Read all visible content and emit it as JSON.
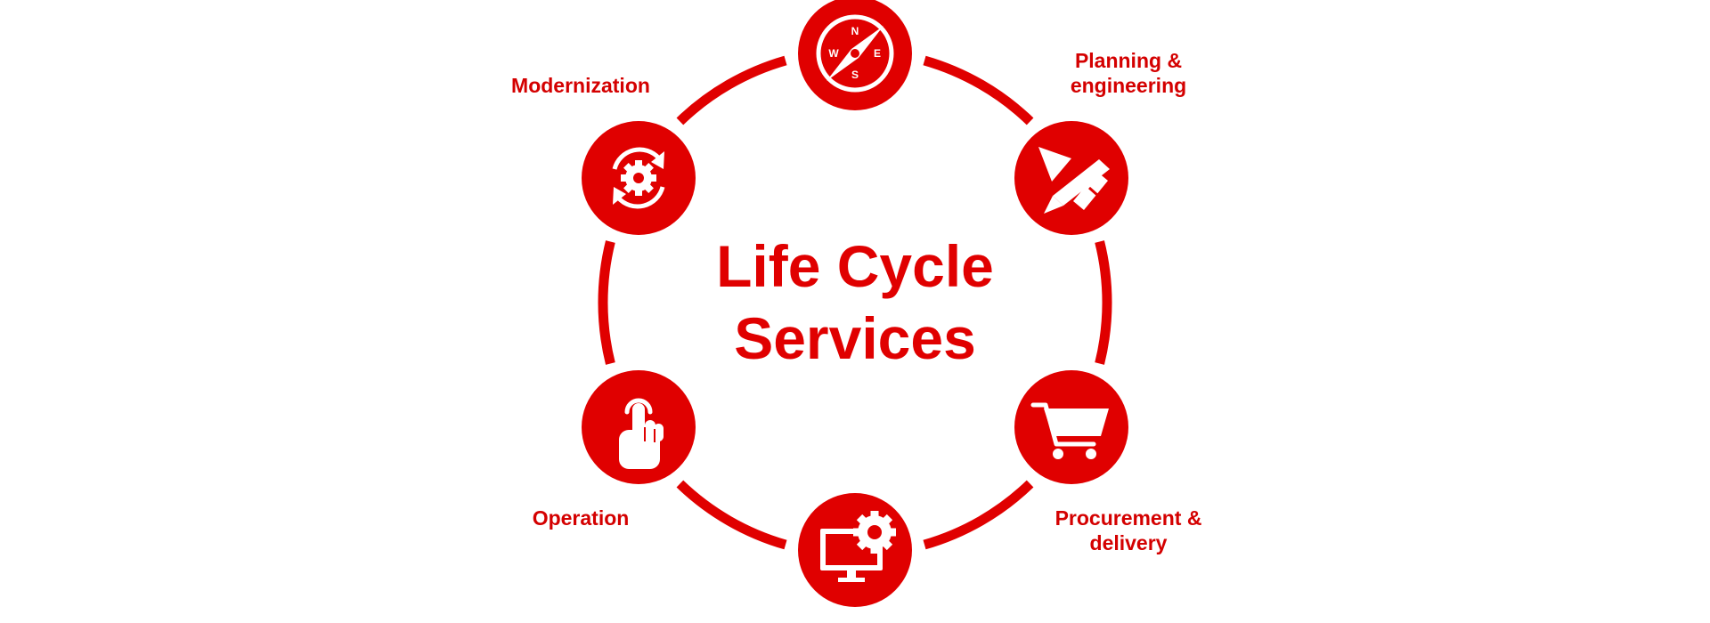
{
  "title": {
    "line1": "Life Cycle",
    "line2": "Services"
  },
  "stages": [
    {
      "id": "orientation",
      "icon": "compass-icon",
      "compass_letters": [
        "N",
        "E",
        "S",
        "W"
      ]
    },
    {
      "id": "planning",
      "icon": "pencil-ruler-icon",
      "label_lines": [
        "Planning &",
        "engineering"
      ]
    },
    {
      "id": "procurement",
      "icon": "shopping-cart-icon",
      "label_lines": [
        "Procurement &",
        "delivery"
      ]
    },
    {
      "id": "commissioning",
      "icon": "monitor-gear-icon"
    },
    {
      "id": "operation",
      "icon": "hand-pointer-icon",
      "label_lines": [
        "Operation"
      ]
    },
    {
      "id": "modernization",
      "icon": "gear-cycle-icon",
      "label_lines": [
        "Modernization"
      ]
    }
  ],
  "colors": {
    "accent": "#e00000",
    "label": "#d40000",
    "background": "#ffffff"
  }
}
